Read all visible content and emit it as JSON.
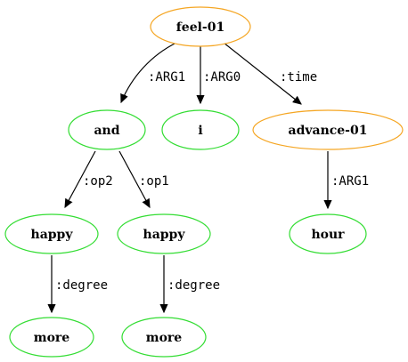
{
  "colors": {
    "predicate": "#f5a623",
    "concept": "#33dd33",
    "edge": "#000000"
  },
  "nodes": {
    "feel": {
      "label": "feel-01",
      "kind": "predicate"
    },
    "and": {
      "label": "and",
      "kind": "concept"
    },
    "i": {
      "label": "i",
      "kind": "concept"
    },
    "advance": {
      "label": "advance-01",
      "kind": "predicate"
    },
    "happy_left": {
      "label": "happy",
      "kind": "concept"
    },
    "happy_right": {
      "label": "happy",
      "kind": "concept"
    },
    "hour": {
      "label": "hour",
      "kind": "concept"
    },
    "more_left": {
      "label": "more",
      "kind": "concept"
    },
    "more_right": {
      "label": "more",
      "kind": "concept"
    }
  },
  "edges": [
    {
      "from": "feel",
      "to": "and",
      "label": ":ARG1"
    },
    {
      "from": "feel",
      "to": "i",
      "label": ":ARG0"
    },
    {
      "from": "feel",
      "to": "advance",
      "label": ":time"
    },
    {
      "from": "and",
      "to": "happy_left",
      "label": ":op2"
    },
    {
      "from": "and",
      "to": "happy_right",
      "label": ":op1"
    },
    {
      "from": "advance",
      "to": "hour",
      "label": ":ARG1"
    },
    {
      "from": "happy_left",
      "to": "more_left",
      "label": ":degree"
    },
    {
      "from": "happy_right",
      "to": "more_right",
      "label": ":degree"
    }
  ]
}
